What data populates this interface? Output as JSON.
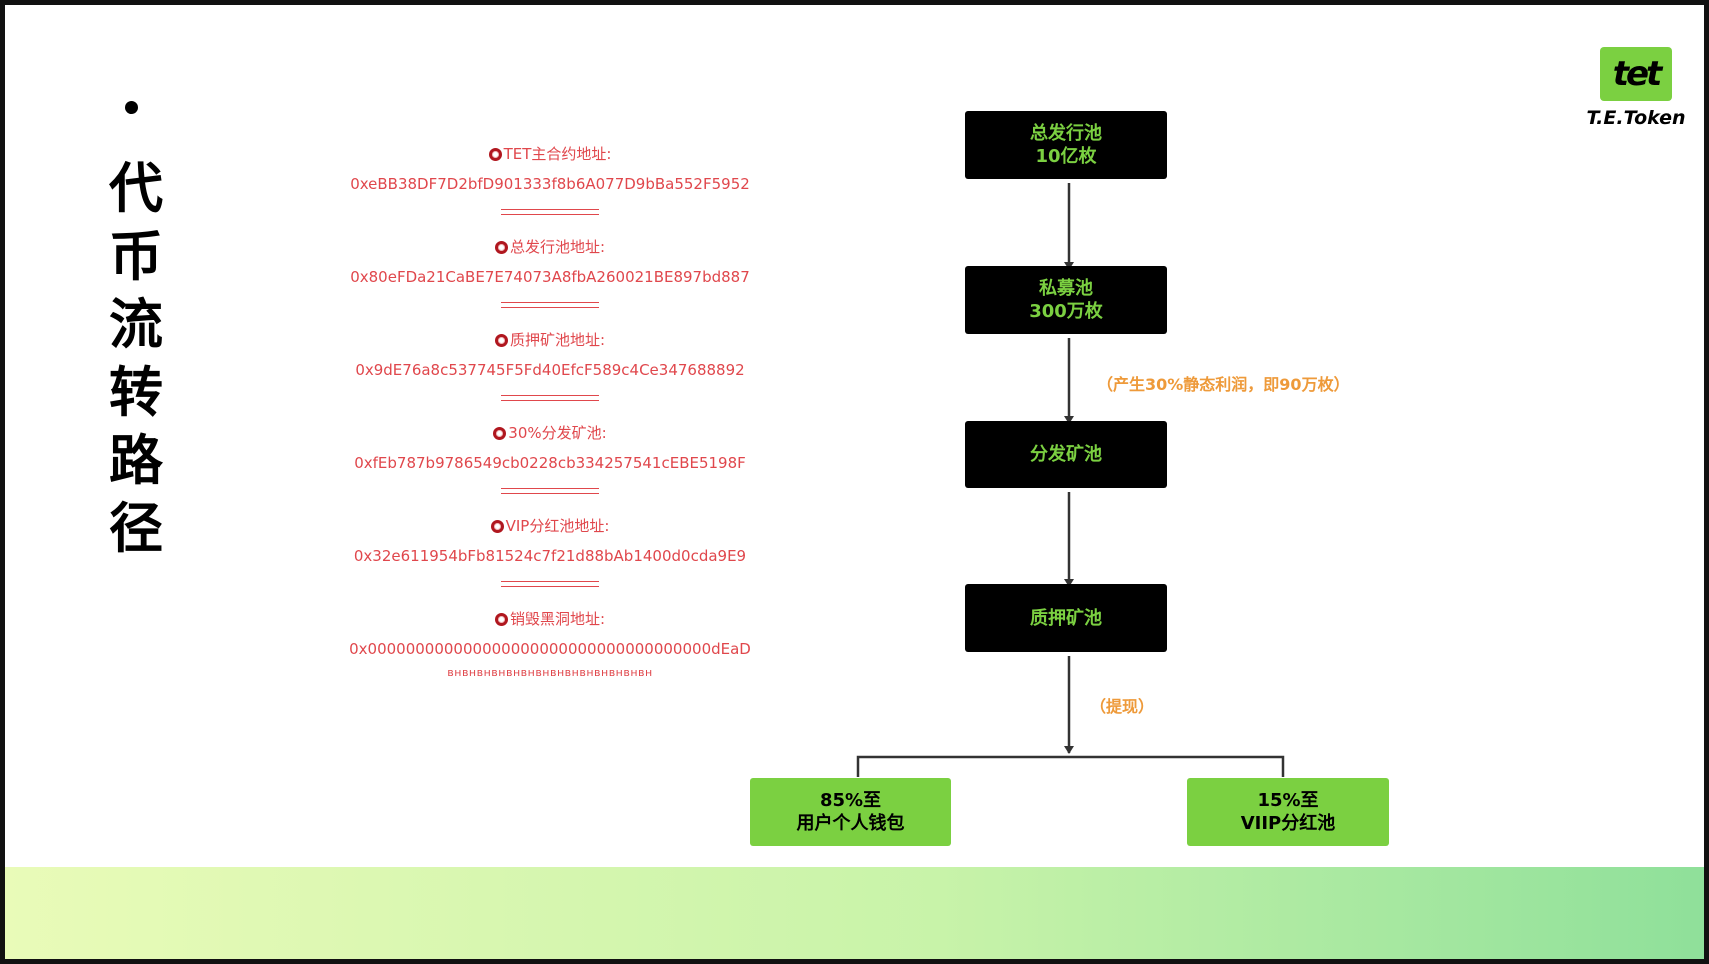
{
  "title": "代币流转路径",
  "logo": {
    "mark": "tet",
    "text": "T.E.Token"
  },
  "addresses": [
    {
      "label": "TET主合约地址:",
      "value": "0xeBB38DF7D2bfD901333f8b6A077D9bBa552F5952"
    },
    {
      "label": "总发行池地址:",
      "value": "0x80eFDa21CaBE7E74073A8fbA260021BE897bd887"
    },
    {
      "label": "质押矿池地址:",
      "value": "0x9dE76a8c537745F5Fd40EfcF589c4Ce347688892"
    },
    {
      "label": "30%分发矿池:",
      "value": "0xfEb787b9786549cb0228cb334257541cEBE5198F"
    },
    {
      "label": "VIP分红池地址:",
      "value": "0x32e611954bFb81524c7f21d88bAb1400d0cda9E9"
    },
    {
      "label": "销毁黑洞地址:",
      "value": "0x000000000000000000000000000000000000dEaD"
    }
  ],
  "addresses_tail": "внвнвнвнвнвнвнвнвнвнвнвнвнвн",
  "flow": {
    "nodes": [
      {
        "line1": "总发行池",
        "line2": "10亿枚"
      },
      {
        "line1": "私募池",
        "line2": "300万枚"
      },
      {
        "line1": "分发矿池",
        "line2": ""
      },
      {
        "line1": "质押矿池",
        "line2": ""
      }
    ],
    "edge_labels": {
      "private_to_distribution": "（产生30%静态利润，即90万枚）",
      "staking_to_split": "（提现）"
    },
    "outputs": [
      {
        "line1": "85%至",
        "line2": "用户个人钱包"
      },
      {
        "line1": "15%至",
        "line2": "VIIP分红池"
      }
    ]
  },
  "colors": {
    "accent_green": "#7bd041",
    "address_red": "#e0474c",
    "edge_label_orange": "#ee9a3a",
    "node_dark": "#000000"
  }
}
